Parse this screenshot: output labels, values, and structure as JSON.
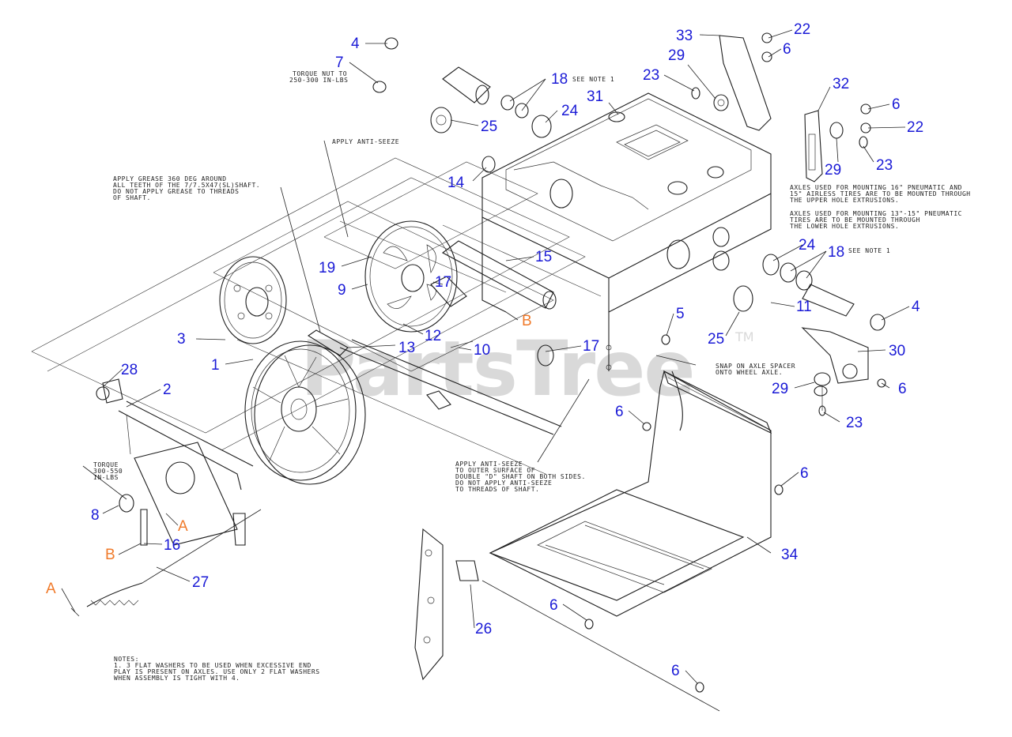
{
  "watermark": {
    "text": "PartsTree",
    "tm": "TM"
  },
  "callouts": [
    "4",
    "7",
    "18",
    "24",
    "25",
    "31",
    "29",
    "23",
    "33",
    "22",
    "6",
    "32",
    "6",
    "22",
    "29",
    "23",
    "14",
    "19",
    "15",
    "9",
    "17",
    "12",
    "3",
    "13",
    "1",
    "10",
    "17",
    "5",
    "25",
    "11",
    "4",
    "24",
    "18",
    "28",
    "2",
    "8",
    "16",
    "27",
    "30",
    "29",
    "6",
    "23",
    "6",
    "6",
    "34",
    "6",
    "26",
    "6"
  ],
  "references": [
    "B",
    "A",
    "B",
    "A"
  ],
  "notes": {
    "torque_axle": [
      "TORQUE NUT TO",
      "250-300 IN-LBS"
    ],
    "see_note_1": "SEE NOTE 1",
    "see_note_1b": "SEE NOTE 1",
    "anti_seize_top": "APPLY ANTI-SEEZE",
    "grease": [
      "APPLY GREASE 360 DEG AROUND",
      "ALL TEETH OF THE 7/7.5X47(SL)SHAFT.",
      "DO NOT APPLY GREASE TO THREADS",
      "OF SHAFT."
    ],
    "axles_upper": [
      "AXLES USED FOR MOUNTING 16\" PNEUMATIC AND",
      "15\" AIRLESS TIRES ARE TO BE MOUNTED THROUGH",
      "THE UPPER HOLE EXTRUSIONS."
    ],
    "axles_lower": [
      "AXLES USED FOR MOUNTING 13\"-15\" PNEUMATIC",
      "TIRES ARE TO BE MOUNTED THROUGH",
      "THE LOWER HOLE EXTRUSIONS."
    ],
    "snap": [
      "SNAP ON AXLE SPACER",
      "ONTO WHEEL AXLE."
    ],
    "anti_seize_bottom": [
      "APPLY ANTI-SEEZE",
      "TO OUTER SURFACE OF",
      "DOUBLE \"D\" SHAFT ON BOTH SIDES.",
      "DO NOT APPLY ANTI-SEEZE",
      "TO THREADS OF SHAFT."
    ],
    "torque_plate": [
      "TORQUE",
      "300-550",
      "IN-LBS"
    ],
    "notes_footer": [
      "NOTES:",
      "1. 3 FLAT WASHERS TO BE USED WHEN EXCESSIVE END",
      "   PLAY IS PRESENT ON AXLES. USE ONLY 2 FLAT WASHERS",
      "   WHEN ASSEMBLY IS TIGHT WITH 4."
    ]
  },
  "colors": {
    "callout": "#1a1ad6",
    "reference": "#f07a2a",
    "line": "#1e1e1e",
    "watermark": "#d9d9d9"
  }
}
